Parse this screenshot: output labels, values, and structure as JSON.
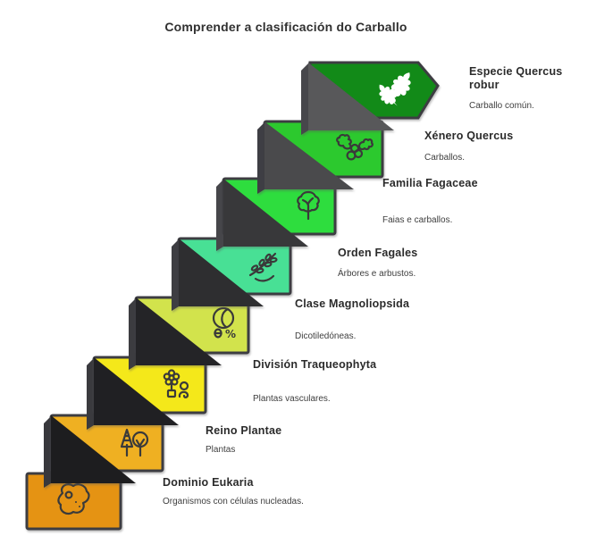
{
  "page_title": "Comprender a clasificación do Carballo",
  "steps": [
    {
      "id": "dominio",
      "title": "Dominio Eukaria",
      "description": "Organismos con células nucleadas.",
      "color": "#e59313",
      "fold_color": "#1f1f22",
      "side_color": "#3a3a3e",
      "icon": "cell-icon"
    },
    {
      "id": "reino",
      "title": "Reino Plantae",
      "description": "Plantas",
      "color": "#efb022",
      "fold_color": "#1d1d1f",
      "side_color": "#38383c",
      "icon": "trees-icon"
    },
    {
      "id": "division",
      "title": "División Traqueophyta",
      "description": "Plantas vasculares.",
      "color": "#f4e81a",
      "fold_color": "#202023",
      "side_color": "#3a3a3e",
      "icon": "flower-pot-icon"
    },
    {
      "id": "clase",
      "title": "Clase Magnoliopsida",
      "description": "Dicotiledóneas.",
      "color": "#d2e34c",
      "fold_color": "#242427",
      "side_color": "#3c3c40",
      "icon": "seed-icon"
    },
    {
      "id": "orden",
      "title": "Orden Fagales",
      "description": "Árbores e arbustos.",
      "color": "#48e095",
      "fold_color": "#2e2e30",
      "side_color": "#3e3e42",
      "icon": "branch-leaves-icon"
    },
    {
      "id": "familia",
      "title": "Familia Fagaceae",
      "description": "Faias e carballos.",
      "color": "#2edd3e",
      "fold_color": "#38383a",
      "side_color": "#46464a",
      "icon": "tree-icon"
    },
    {
      "id": "xenero",
      "title": "Xénero Quercus",
      "description": "Carballos.",
      "color": "#2cc92e",
      "fold_color": "#4a4a4c",
      "side_color": "#3e3e44",
      "icon": "acorns-icon"
    },
    {
      "id": "especie",
      "title": "Especie Quercus robur",
      "description": "Carballo común.",
      "color": "#128a18",
      "fold_color": "#58585a",
      "side_color": "#47474b",
      "icon": "oak-leaves-icon"
    }
  ]
}
